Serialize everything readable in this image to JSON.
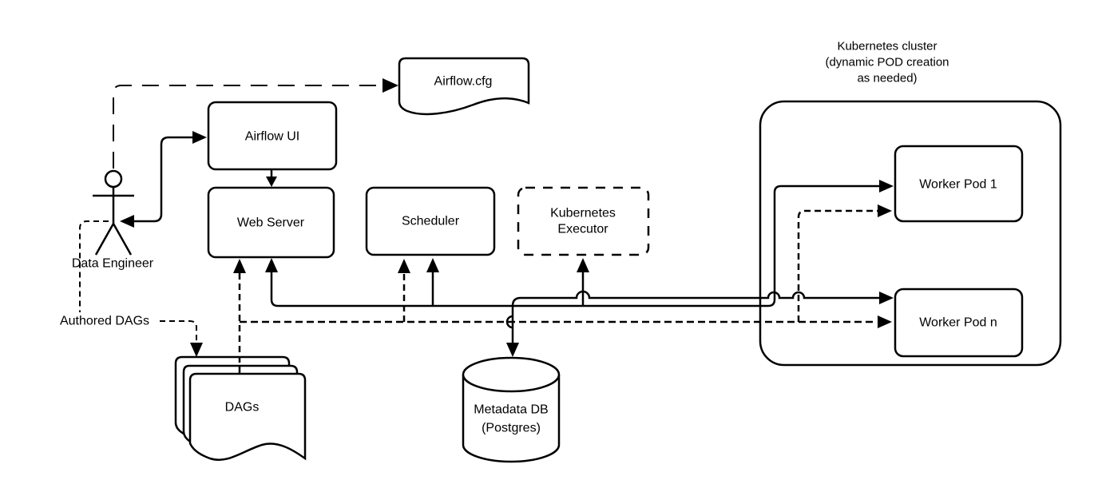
{
  "diagram": {
    "title_hint": "Airflow on Kubernetes architecture",
    "colors": {
      "stroke": "#000000",
      "background": "#ffffff",
      "fill": "#ffffff"
    },
    "nodes": {
      "airflow_cfg": {
        "label": "Airflow.cfg",
        "shape": "document"
      },
      "airflow_ui": {
        "label": "Airflow UI",
        "shape": "rounded-rect"
      },
      "web_server": {
        "label": "Web Server",
        "shape": "rounded-rect"
      },
      "scheduler": {
        "label": "Scheduler",
        "shape": "rounded-rect"
      },
      "kubernetes_executor": {
        "label_lines": [
          "Kubernetes",
          "Executor"
        ],
        "shape": "dashed-rounded-rect"
      },
      "kubernetes_cluster": {
        "label_lines": [
          "Kubernetes cluster",
          "(dynamic POD creation",
          "as needed)"
        ],
        "shape": "large-rounded-container"
      },
      "worker_pod_1": {
        "label": "Worker Pod 1",
        "shape": "rounded-rect"
      },
      "worker_pod_n": {
        "label": "Worker Pod n",
        "shape": "rounded-rect"
      },
      "dags": {
        "label": "DAGs",
        "shape": "document-stack"
      },
      "metadata_db": {
        "label_lines": [
          "Metadata DB",
          "(Postgres)"
        ],
        "shape": "cylinder"
      },
      "data_engineer": {
        "label": "Data Engineer",
        "shape": "stick-figure"
      },
      "authored_dags_label": {
        "label": "Authored DAGs"
      }
    },
    "edges": [
      {
        "from": "data_engineer",
        "to": "airflow_cfg",
        "style": "long-dash",
        "arrow": "into-cfg"
      },
      {
        "from": "data_engineer",
        "to": "airflow_ui",
        "style": "solid",
        "bidirectional": true
      },
      {
        "from": "airflow_ui",
        "to": "web_server",
        "style": "solid"
      },
      {
        "from": "data_engineer",
        "to": "dags",
        "style": "dashed",
        "label": "Authored DAGs"
      },
      {
        "from": "dags",
        "to": "web_server",
        "style": "dashed"
      },
      {
        "from": "dags",
        "to": "scheduler",
        "style": "dashed"
      },
      {
        "from": "dags",
        "to": "worker_pod_1",
        "style": "dashed"
      },
      {
        "from": "dags",
        "to": "worker_pod_n",
        "style": "dashed"
      },
      {
        "from": "web_server",
        "to": "scheduler",
        "style": "solid"
      },
      {
        "from": "web_server",
        "to": "kubernetes_executor",
        "style": "solid"
      },
      {
        "from": "web_server",
        "to": "metadata_db",
        "style": "solid"
      },
      {
        "from": "web_server",
        "to": "worker_pod_1",
        "style": "solid"
      },
      {
        "from": "web_server",
        "to": "worker_pod_n",
        "style": "solid"
      }
    ]
  }
}
